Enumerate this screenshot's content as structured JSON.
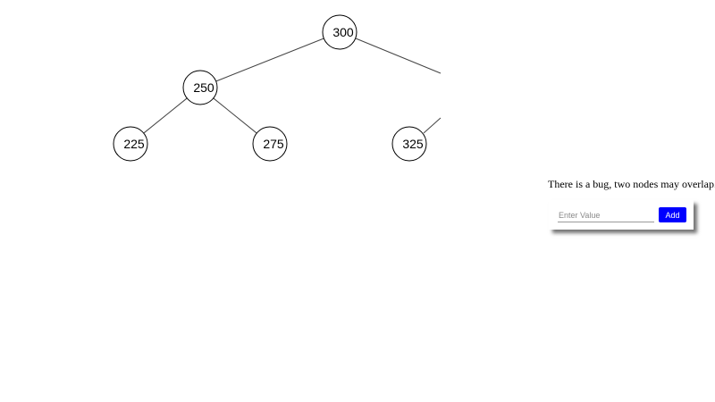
{
  "colors": {
    "node_stroke": "#000000",
    "edge_stroke": "#444444",
    "button_bg": "#0000ff",
    "button_text": "#ffffff"
  },
  "tree": {
    "nodes": [
      {
        "id": "n300",
        "value": "300"
      },
      {
        "id": "n250",
        "value": "250"
      },
      {
        "id": "n225",
        "value": "225"
      },
      {
        "id": "n275",
        "value": "275"
      },
      {
        "id": "n325",
        "value": "325"
      }
    ],
    "edges": [
      {
        "from": "n300",
        "to": "n250"
      },
      {
        "from": "n250",
        "to": "n225"
      },
      {
        "from": "n250",
        "to": "n275"
      }
    ]
  },
  "notice": "There is a bug, two nodes may overlap.",
  "form": {
    "input_placeholder": "Enter Value",
    "input_value": "",
    "add_label": "Add"
  }
}
